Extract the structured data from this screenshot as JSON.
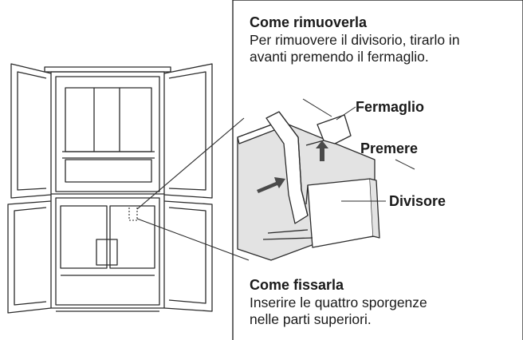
{
  "remove_section": {
    "heading": "Come rimuoverla",
    "line1": "Per rimuovere il divisorio, tirarlo in",
    "line2": "avanti premendo il fermaglio."
  },
  "callouts": {
    "clip": "Fermaglio",
    "press": "Premere",
    "divider": "Divisore"
  },
  "attach_section": {
    "heading": "Come fissarla",
    "line1": "Inserire le quattro sporgenze",
    "line2": "nelle parti superiori."
  },
  "colors": {
    "line": "#2b2b2b",
    "shelf_fill": "#e3e3e3",
    "arrow": "#4a4a4a",
    "background": "#ffffff"
  }
}
